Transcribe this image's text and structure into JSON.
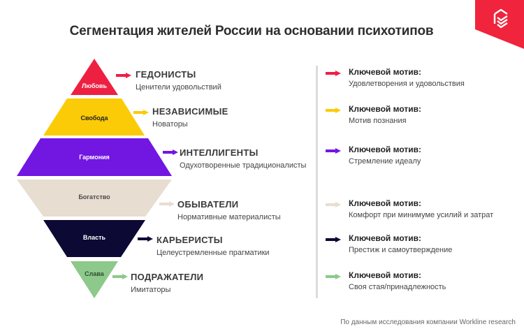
{
  "title": "Сегментация жителей России на основании психотипов",
  "logo": {
    "icon": "stacked-check-logo-icon",
    "color": "#f0243c"
  },
  "layers": [
    {
      "value": "Любовь",
      "color": "#ee2042",
      "text_color": "#ffffff",
      "type": "ГЕДОНИСТЫ",
      "type_desc": "Ценители удовольствий",
      "motive_head": "Ключевой мотив:",
      "motive": "Удовлетворения и удовольствия"
    },
    {
      "value": "Свобода",
      "color": "#fbcb07",
      "text_color": "#1f1f1f",
      "type": "НЕЗАВИСИМЫЕ",
      "type_desc": "Новаторы",
      "motive_head": "Ключевой мотив:",
      "motive": "Мотив познания"
    },
    {
      "value": "Гармония",
      "color": "#7216e2",
      "text_color": "#ffffff",
      "type": "ИНТЕЛЛИГЕНТЫ",
      "type_desc": "Одухотворенные традиционалисты",
      "motive_head": "Ключевой мотив:",
      "motive": "Стремление идеалу"
    },
    {
      "value": "Богатство",
      "color": "#e8ddd1",
      "text_color": "#4a4a4a",
      "type": "ОБЫВАТЕЛИ",
      "type_desc": "Нормативные материалисты",
      "motive_head": "Ключевой мотив:",
      "motive": "Комфорт при минимуме усилий и затрат"
    },
    {
      "value": "Власть",
      "color": "#0c0a35",
      "text_color": "#ffffff",
      "type": "КАРЬЕРИСТЫ",
      "type_desc": "Целеустремленные прагматики",
      "motive_head": "Ключевой мотив:",
      "motive": "Престиж и самоутверждение"
    },
    {
      "value": "Слава",
      "color": "#8dc98a",
      "text_color": "#2f4f2f",
      "type": "ПОДРАЖАТЕЛИ",
      "type_desc": "Имитаторы",
      "motive_head": "Ключевой мотив:",
      "motive": "Своя стая/принадлежность"
    }
  ],
  "footer": "По данным исследования компании Workline research"
}
